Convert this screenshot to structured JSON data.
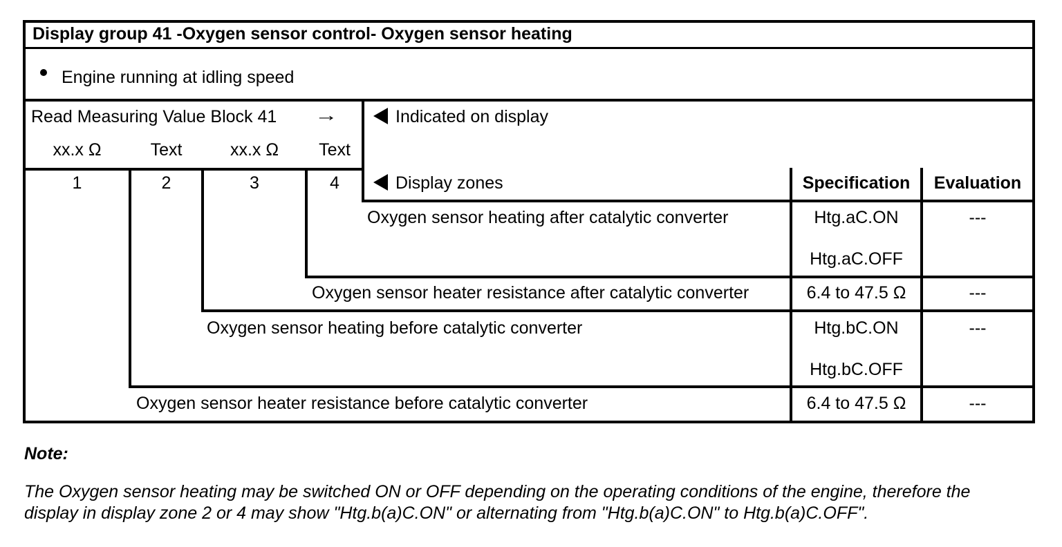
{
  "document": {
    "title": "Display group 41 -Oxygen sensor control- Oxygen sensor heating",
    "condition": "Engine running at idling speed",
    "instruction": {
      "text": "Read Measuring Value Block 41",
      "arrow": "→"
    },
    "display_formats": {
      "zone1": "xx.x Ω",
      "zone2": "Text",
      "zone3": "xx.x Ω",
      "zone4": "Text"
    },
    "callouts": {
      "indicated": "Indicated on display",
      "zones": "Display zones"
    },
    "zone_numbers": {
      "z1": "1",
      "z2": "2",
      "z3": "3",
      "z4": "4"
    },
    "headers": {
      "specification": "Specification",
      "evaluation": "Evaluation"
    },
    "rows": [
      {
        "description": "Oxygen sensor heating after catalytic converter",
        "specification": [
          "Htg.aC.ON",
          "Htg.aC.OFF"
        ],
        "evaluation": "---"
      },
      {
        "description": "Oxygen sensor heater resistance after catalytic converter",
        "specification": [
          "6.4 to 47.5 Ω"
        ],
        "evaluation": "---"
      },
      {
        "description": "Oxygen sensor heating before catalytic converter",
        "specification": [
          "Htg.bC.ON",
          "Htg.bC.OFF"
        ],
        "evaluation": "---"
      },
      {
        "description": "Oxygen sensor heater resistance before catalytic converter",
        "specification": [
          "6.4 to 47.5 Ω"
        ],
        "evaluation": "---"
      }
    ],
    "note": {
      "label": "Note:",
      "lines": [
        "The Oxygen sensor heating may be switched ON or OFF depending on the operating conditions of the engine, therefore the",
        "display in display zone 2 or 4 may show \"Htg.b(a)C.ON\" or alternating from \"Htg.b(a)C.ON\" to Htg.b(a)C.OFF\"."
      ]
    }
  }
}
